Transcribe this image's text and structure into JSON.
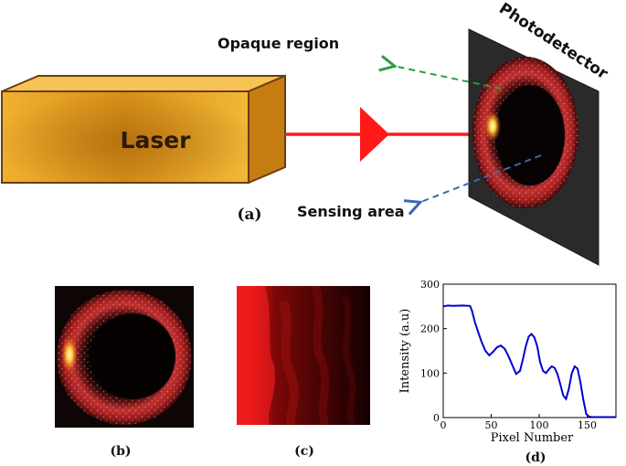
{
  "labels": {
    "laser": "Laser",
    "photodetector": "Photodetector",
    "opaque_region": "Opaque region",
    "sensing_area": "Sensing area",
    "panel_a": "(a)",
    "panel_b": "(b)",
    "panel_c": "(c)",
    "panel_d": "(d)"
  },
  "colors": {
    "laser_box": "#e8a020",
    "beam": "#ff1a1a",
    "detector": "#2a2a2a",
    "opaque_arrow": "#2e9e3e",
    "sensing_arrow": "#3a6ab0",
    "plot_line": "#0000cc"
  },
  "chart_data": {
    "type": "line",
    "xlabel": "Pixel Number",
    "ylabel": "Intensity (a.u)",
    "xlim": [
      0,
      180
    ],
    "ylim": [
      0,
      300
    ],
    "xticks": [
      0,
      50,
      100,
      150
    ],
    "yticks": [
      0,
      100,
      200,
      300
    ],
    "grid": false,
    "series": [
      {
        "x": [
          0,
          5,
          10,
          20,
          28,
          30,
          33,
          36,
          40,
          44,
          48,
          52,
          56,
          60,
          64,
          68,
          72,
          76,
          80,
          83,
          86,
          89,
          92,
          95,
          98,
          101,
          104,
          107,
          110,
          113,
          116,
          119,
          122,
          125,
          128,
          131,
          134,
          137,
          140,
          143,
          146,
          149,
          152,
          155,
          160,
          170,
          180
        ],
        "values": [
          250,
          252,
          251,
          252,
          251,
          240,
          215,
          195,
          170,
          150,
          140,
          148,
          158,
          162,
          155,
          138,
          118,
          98,
          105,
          130,
          160,
          182,
          188,
          180,
          160,
          125,
          105,
          100,
          108,
          115,
          112,
          98,
          75,
          50,
          42,
          65,
          100,
          115,
          110,
          80,
          40,
          8,
          2,
          1,
          1,
          1,
          1
        ]
      }
    ]
  }
}
